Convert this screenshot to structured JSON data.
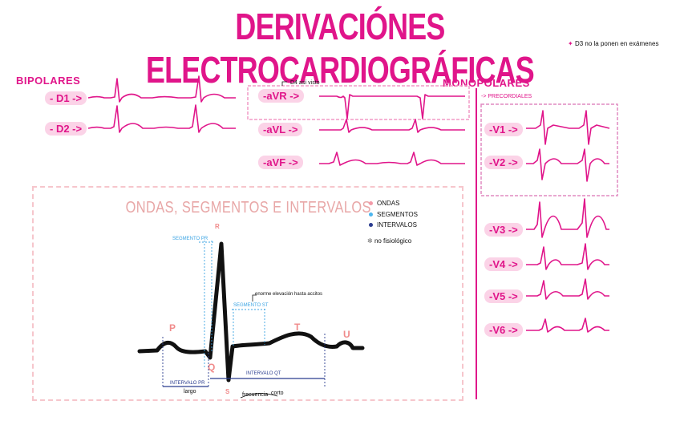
{
  "title": "DERIVACIÓNES ELECTROCARDIOGRÁFICAS",
  "note": "D3 no la ponen en exámenes",
  "bipolares": {
    "header": "BIPOLARES",
    "leads": [
      "- D1 ->",
      "- D2 ->"
    ]
  },
  "monopolares": {
    "header": "MONOPOLARES",
    "avr_note": "D4 así visto",
    "limb_leads": [
      "-aVR ->",
      "-aVL ->",
      "-aVF ->"
    ],
    "precordiales_label": "-> PRECORDIALES",
    "precordial_leads": [
      "-V1 ->",
      "-V2 ->",
      "-V3 ->",
      "-V4 ->",
      "-V5 ->",
      "-V6 ->"
    ]
  },
  "ondas": {
    "title": "ONDAS, SEGMENTOS E INTERVALOS",
    "legend": [
      {
        "label": "ONDAS",
        "color": "#f39aa8"
      },
      {
        "label": "SEGMENTOS",
        "color": "#4db6ef"
      },
      {
        "label": "INTERVALOS",
        "color": "#2a3c8f"
      }
    ],
    "legend_note": "no fisiológico",
    "waves": [
      "P",
      "Q",
      "R",
      "S",
      "T",
      "U"
    ],
    "segment_pr": "SEGMENTO PR",
    "segment_st": "SEGMENTO ST",
    "st_note": "enorme elevación hasta accitos",
    "interval_pr": "INTERVALO PR",
    "interval_qt": "INTERVALO QT",
    "pr_note": "largo",
    "qt_note_1": "frecuencia",
    "qt_note_2": "corto"
  },
  "colors": {
    "magenta": "#e0158a",
    "pink_bg": "#fbd3e7",
    "wave": "#f08a8a",
    "segment": "#4db6ef",
    "interval": "#2a3c8f"
  }
}
